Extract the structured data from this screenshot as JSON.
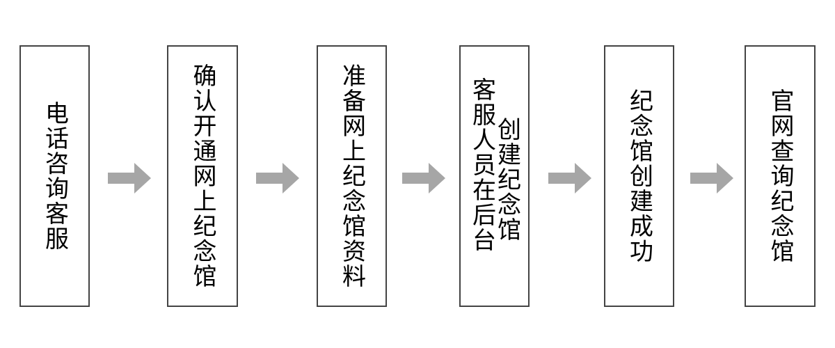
{
  "diagram": {
    "type": "flowchart",
    "orientation": "horizontal-left-to-right",
    "background_color": "#ffffff",
    "box_border_color": "#434343",
    "box_fill_color": "#ffffff",
    "arrow_color": "#a6a6a6",
    "text_color": "#000000",
    "text_direction": "vertical-upright",
    "title": "",
    "nodes": [
      {
        "id": "node-1",
        "name": "phone-consult-service",
        "columns": [
          "电话咨询客服"
        ],
        "label": "电话咨询客服"
      },
      {
        "id": "node-2",
        "name": "confirm-open-online-memorial",
        "columns": [
          "确认开通网上纪念馆"
        ],
        "label": "确认开通网上纪念馆"
      },
      {
        "id": "node-3",
        "name": "prepare-memorial-materials",
        "columns": [
          "准备网上纪念馆资料"
        ],
        "label": "准备网上纪念馆资料"
      },
      {
        "id": "node-4",
        "name": "staff-creates-memorial-backend",
        "columns": [
          "客服人员在后台",
          "创建纪念馆"
        ],
        "label": "客服人员在后台创建纪念馆"
      },
      {
        "id": "node-5",
        "name": "memorial-created-successfully",
        "columns": [
          "纪念馆创建成功"
        ],
        "label": "纪念馆创建成功"
      },
      {
        "id": "node-6",
        "name": "query-memorial-on-official-site",
        "columns": [
          "官网查询纪念馆"
        ],
        "label": "官网查询纪念馆"
      }
    ],
    "connectors": [
      {
        "id": "arrow-1",
        "name": "arrow-node1-to-node2",
        "from": "node-1",
        "to": "node-2",
        "glyph": "block-arrow-right"
      },
      {
        "id": "arrow-2",
        "name": "arrow-node2-to-node3",
        "from": "node-2",
        "to": "node-3",
        "glyph": "block-arrow-right"
      },
      {
        "id": "arrow-3",
        "name": "arrow-node3-to-node4",
        "from": "node-3",
        "to": "node-4",
        "glyph": "block-arrow-right"
      },
      {
        "id": "arrow-4",
        "name": "arrow-node4-to-node5",
        "from": "node-4",
        "to": "node-5",
        "glyph": "block-arrow-right"
      },
      {
        "id": "arrow-5",
        "name": "arrow-node5-to-node6",
        "from": "node-5",
        "to": "node-6",
        "glyph": "block-arrow-right"
      }
    ]
  }
}
